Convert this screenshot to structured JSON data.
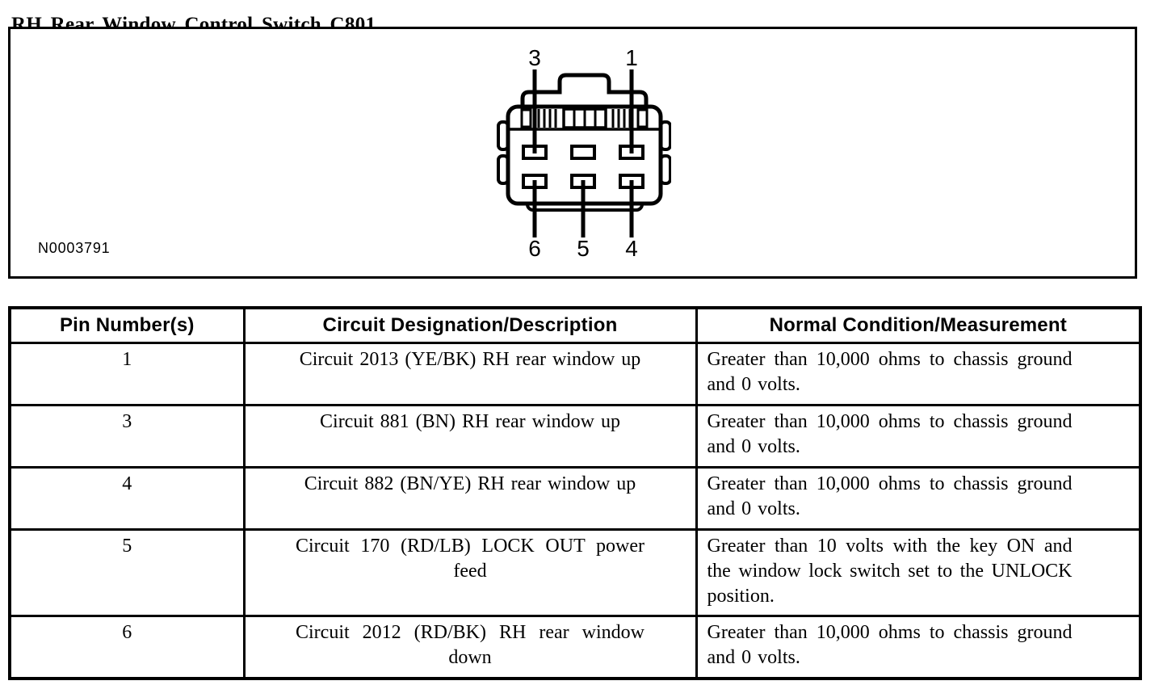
{
  "page": {
    "title": "RH Rear Window Control Switch C801"
  },
  "figure": {
    "id": "N0003791",
    "description": "6-pin connector face view",
    "pin_labels": {
      "top": [
        "3",
        "1"
      ],
      "bottom": [
        "6",
        "5",
        "4"
      ]
    }
  },
  "table": {
    "headers": [
      "Pin Number(s)",
      "Circuit Designation/Description",
      "Normal Condition/Measurement"
    ],
    "rows": [
      {
        "pin": "1",
        "circuit": "Circuit 2013 (YE/BK) RH rear window up",
        "condition": "Greater than 10,000 ohms to chassis ground and 0 volts."
      },
      {
        "pin": "3",
        "circuit": "Circuit 881 (BN) RH rear window up",
        "condition": "Greater than 10,000 ohms to chassis ground and 0 volts."
      },
      {
        "pin": "4",
        "circuit": "Circuit 882 (BN/YE) RH rear window up",
        "condition": "Greater than 10,000 ohms to chassis ground and 0 volts."
      },
      {
        "pin": "5",
        "circuit": "Circuit 170 (RD/LB) LOCK OUT power feed",
        "condition": "Greater than 10 volts with the key ON and the window lock switch set to the UNLOCK position."
      },
      {
        "pin": "6",
        "circuit": "Circuit 2012 (RD/BK) RH rear window down",
        "condition": "Greater than 10,000 ohms to chassis ground and 0 volts."
      }
    ]
  },
  "colors": {
    "ink": "#000000",
    "paper": "#ffffff"
  }
}
